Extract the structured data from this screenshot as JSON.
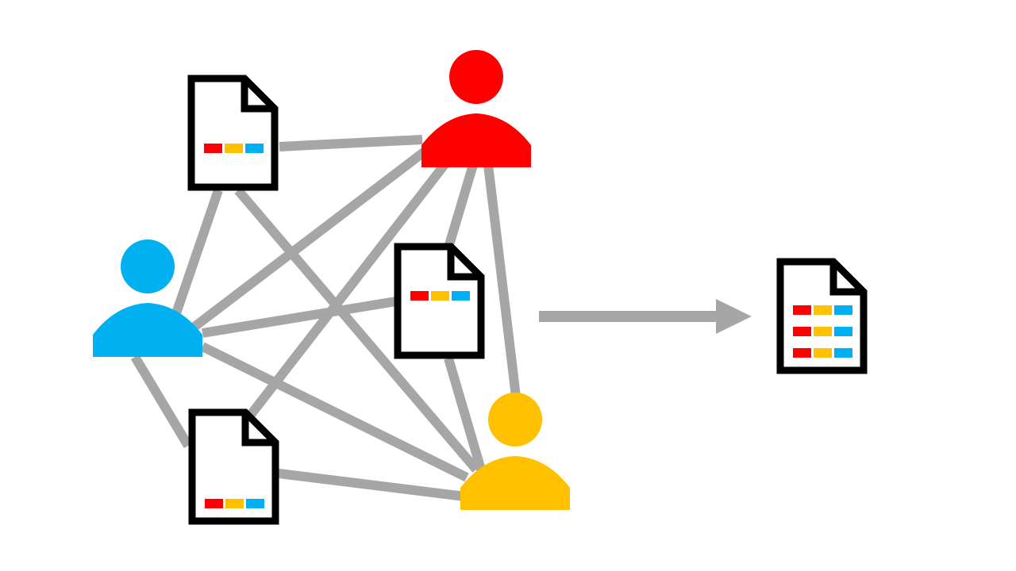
{
  "colors": {
    "connector": "#a6a6a6",
    "document_border": "#000000",
    "document_fill": "#ffffff",
    "red": "#ff0000",
    "yellow": "#ffc000",
    "blue": "#00b0f0"
  },
  "people": [
    {
      "id": "person-red",
      "color": "#ff0000"
    },
    {
      "id": "person-blue",
      "color": "#00b0f0"
    },
    {
      "id": "person-yellow",
      "color": "#ffc000"
    }
  ],
  "documents": [
    {
      "id": "document-top",
      "rows": [
        [
          "#ff0000",
          "#ffc000",
          "#00b0f0"
        ]
      ]
    },
    {
      "id": "document-middle",
      "rows": [
        [
          "#ff0000",
          "#ffc000",
          "#00b0f0"
        ]
      ]
    },
    {
      "id": "document-bottom",
      "rows": [
        [
          "#ff0000",
          "#ffc000",
          "#00b0f0"
        ]
      ]
    },
    {
      "id": "document-merged",
      "rows": [
        [
          "#ff0000",
          "#ffc000",
          "#00b0f0"
        ],
        [
          "#ff0000",
          "#ffc000",
          "#00b0f0"
        ],
        [
          "#ff0000",
          "#ffc000",
          "#00b0f0"
        ]
      ]
    }
  ],
  "connections": [
    [
      "document-top",
      "person-red"
    ],
    [
      "document-top",
      "person-blue"
    ],
    [
      "document-top",
      "person-yellow"
    ],
    [
      "person-red",
      "person-blue"
    ],
    [
      "person-red",
      "document-bottom"
    ],
    [
      "person-red",
      "document-middle"
    ],
    [
      "person-red",
      "person-yellow"
    ],
    [
      "person-blue",
      "document-middle"
    ],
    [
      "person-blue",
      "person-yellow"
    ],
    [
      "person-blue",
      "document-bottom"
    ],
    [
      "document-middle",
      "person-yellow"
    ],
    [
      "document-bottom",
      "person-yellow"
    ]
  ],
  "arrow": {
    "from": "network",
    "to": "document-merged",
    "icon": "arrow-right-icon"
  }
}
